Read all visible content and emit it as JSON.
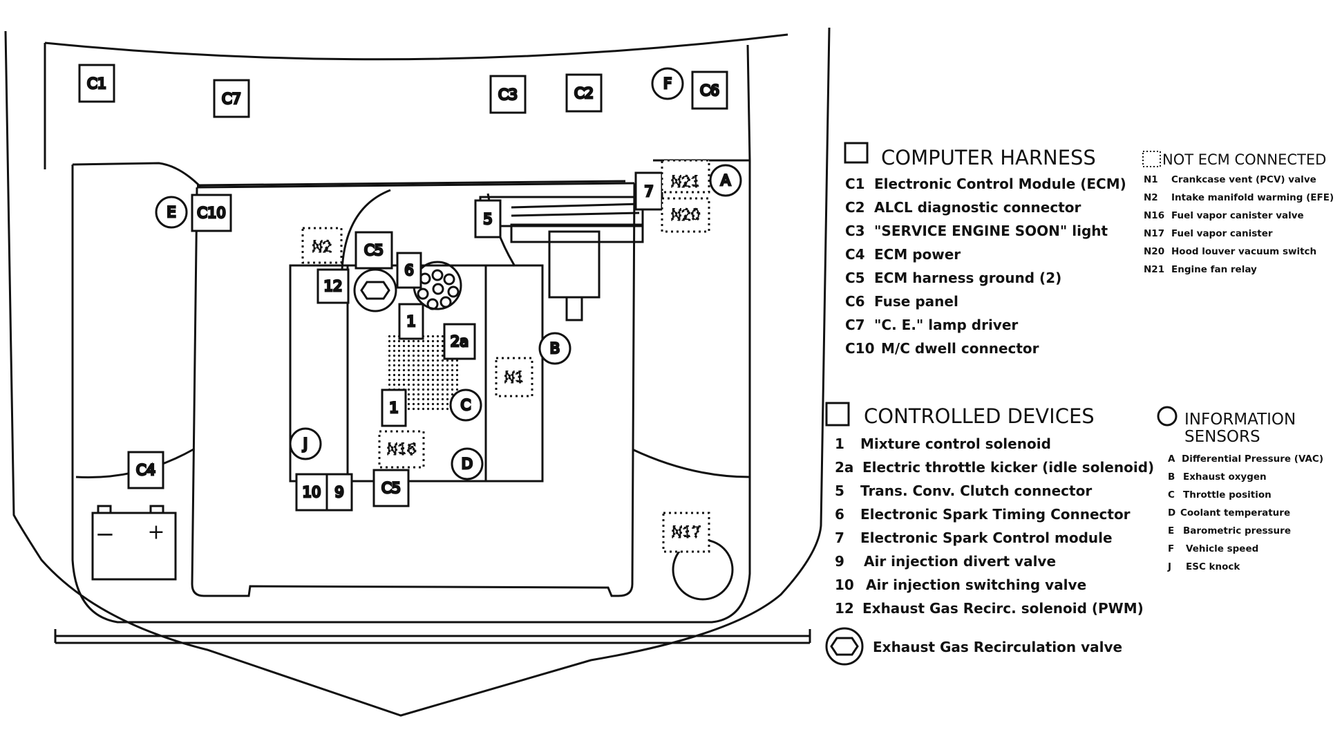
{
  "diagram": {
    "components": {
      "c1": "C1",
      "c7": "C7",
      "c3": "C3",
      "c2": "C2",
      "c6": "C6",
      "f": "F",
      "e": "E",
      "c10": "C10",
      "a": "A",
      "n21": "N21",
      "n20": "N20",
      "c7_box": "7",
      "c5_small": "5",
      "n2": "N2",
      "c5_top": "C5",
      "c12": "12",
      "c6_box": "6",
      "c1_upper": "1",
      "c2a": "2a",
      "b": "B",
      "n1": "N1",
      "c1_lower": "1",
      "c": "C",
      "j": "J",
      "n16": "N16",
      "d": "D",
      "c10_lower": "10",
      "c9": "9",
      "c5_bottom": "C5",
      "c4": "C4",
      "n17": "N17",
      "battery_minus": "−",
      "battery_plus": "+"
    }
  },
  "legend": {
    "computer_harness": {
      "title": "COMPUTER HARNESS",
      "items": [
        {
          "code": "C1",
          "label": "Electronic Control Module (ECM)"
        },
        {
          "code": "C2",
          "label": "ALCL diagnostic connector"
        },
        {
          "code": "C3",
          "label": "\"SERVICE ENGINE SOON\" light"
        },
        {
          "code": "C4",
          "label": "ECM power"
        },
        {
          "code": "C5",
          "label": "ECM harness ground (2)"
        },
        {
          "code": "C6",
          "label": "Fuse panel"
        },
        {
          "code": "C7",
          "label": "\"C. E.\" lamp driver"
        },
        {
          "code": "C10",
          "label": "M/C dwell connector"
        }
      ]
    },
    "not_ecm": {
      "title": "NOT ECM CONNECTED",
      "items": [
        {
          "code": "N1",
          "label": "Crankcase vent (PCV) valve"
        },
        {
          "code": "N2",
          "label": "Intake manifold warming (EFE)"
        },
        {
          "code": "N16",
          "label": "Fuel vapor canister valve"
        },
        {
          "code": "N17",
          "label": "Fuel vapor canister"
        },
        {
          "code": "N20",
          "label": "Hood louver vacuum switch"
        },
        {
          "code": "N21",
          "label": "Engine fan relay"
        }
      ]
    },
    "controlled_devices": {
      "title": "CONTROLLED DEVICES",
      "items": [
        {
          "code": "1",
          "label": "Mixture control solenoid"
        },
        {
          "code": "2a",
          "label": "Electric throttle kicker (idle solenoid)"
        },
        {
          "code": "5",
          "label": "Trans. Conv. Clutch connector"
        },
        {
          "code": "6",
          "label": "Electronic Spark Timing Connector"
        },
        {
          "code": "7",
          "label": "Electronic Spark Control module"
        },
        {
          "code": "9",
          "label": "Air injection divert valve"
        },
        {
          "code": "10",
          "label": "Air injection switching valve"
        },
        {
          "code": "12",
          "label": "Exhaust Gas Recirc. solenoid (PWM)"
        }
      ]
    },
    "info_sensors": {
      "title_line1": "INFORMATION",
      "title_line2": "SENSORS",
      "items": [
        {
          "code": "A",
          "label": "Differential Pressure (VAC)"
        },
        {
          "code": "B",
          "label": "Exhaust oxygen"
        },
        {
          "code": "C",
          "label": "Throttle position"
        },
        {
          "code": "D",
          "label": "Coolant temperature"
        },
        {
          "code": "E",
          "label": "Barometric pressure"
        },
        {
          "code": "F",
          "label": "Vehicle speed"
        },
        {
          "code": "J",
          "label": "ESC knock"
        }
      ]
    },
    "egr": {
      "label": "Exhaust Gas Recirculation valve"
    }
  }
}
